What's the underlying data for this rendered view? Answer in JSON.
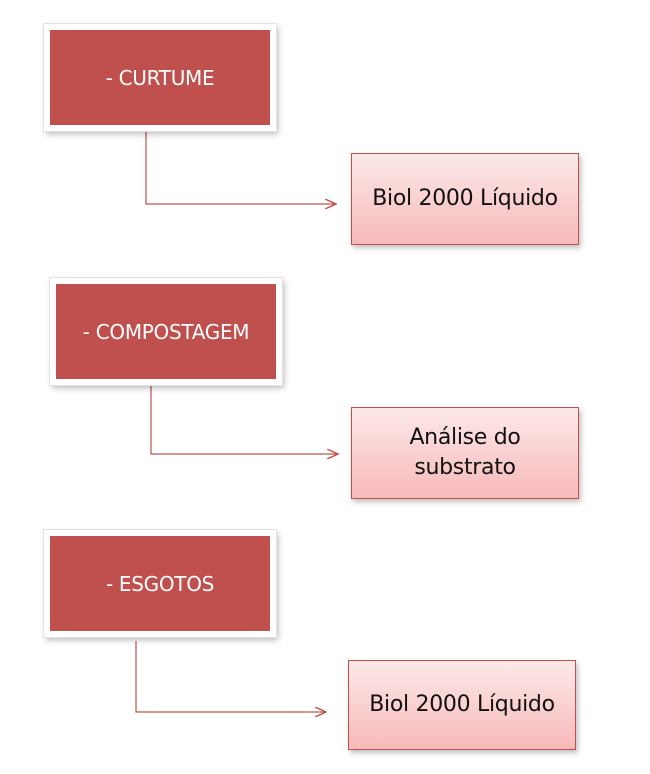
{
  "diagram": {
    "accent_color": "#c0504d",
    "rows": [
      {
        "source_label": "- CURTUME",
        "target_lines": [
          "Biol 2000 Líquido"
        ]
      },
      {
        "source_label": "- COMPOSTAGEM",
        "target_lines": [
          "Análise do",
          "substrato"
        ]
      },
      {
        "source_label": "- ESGOTOS",
        "target_lines": [
          "Biol 2000 Líquido"
        ]
      }
    ]
  }
}
